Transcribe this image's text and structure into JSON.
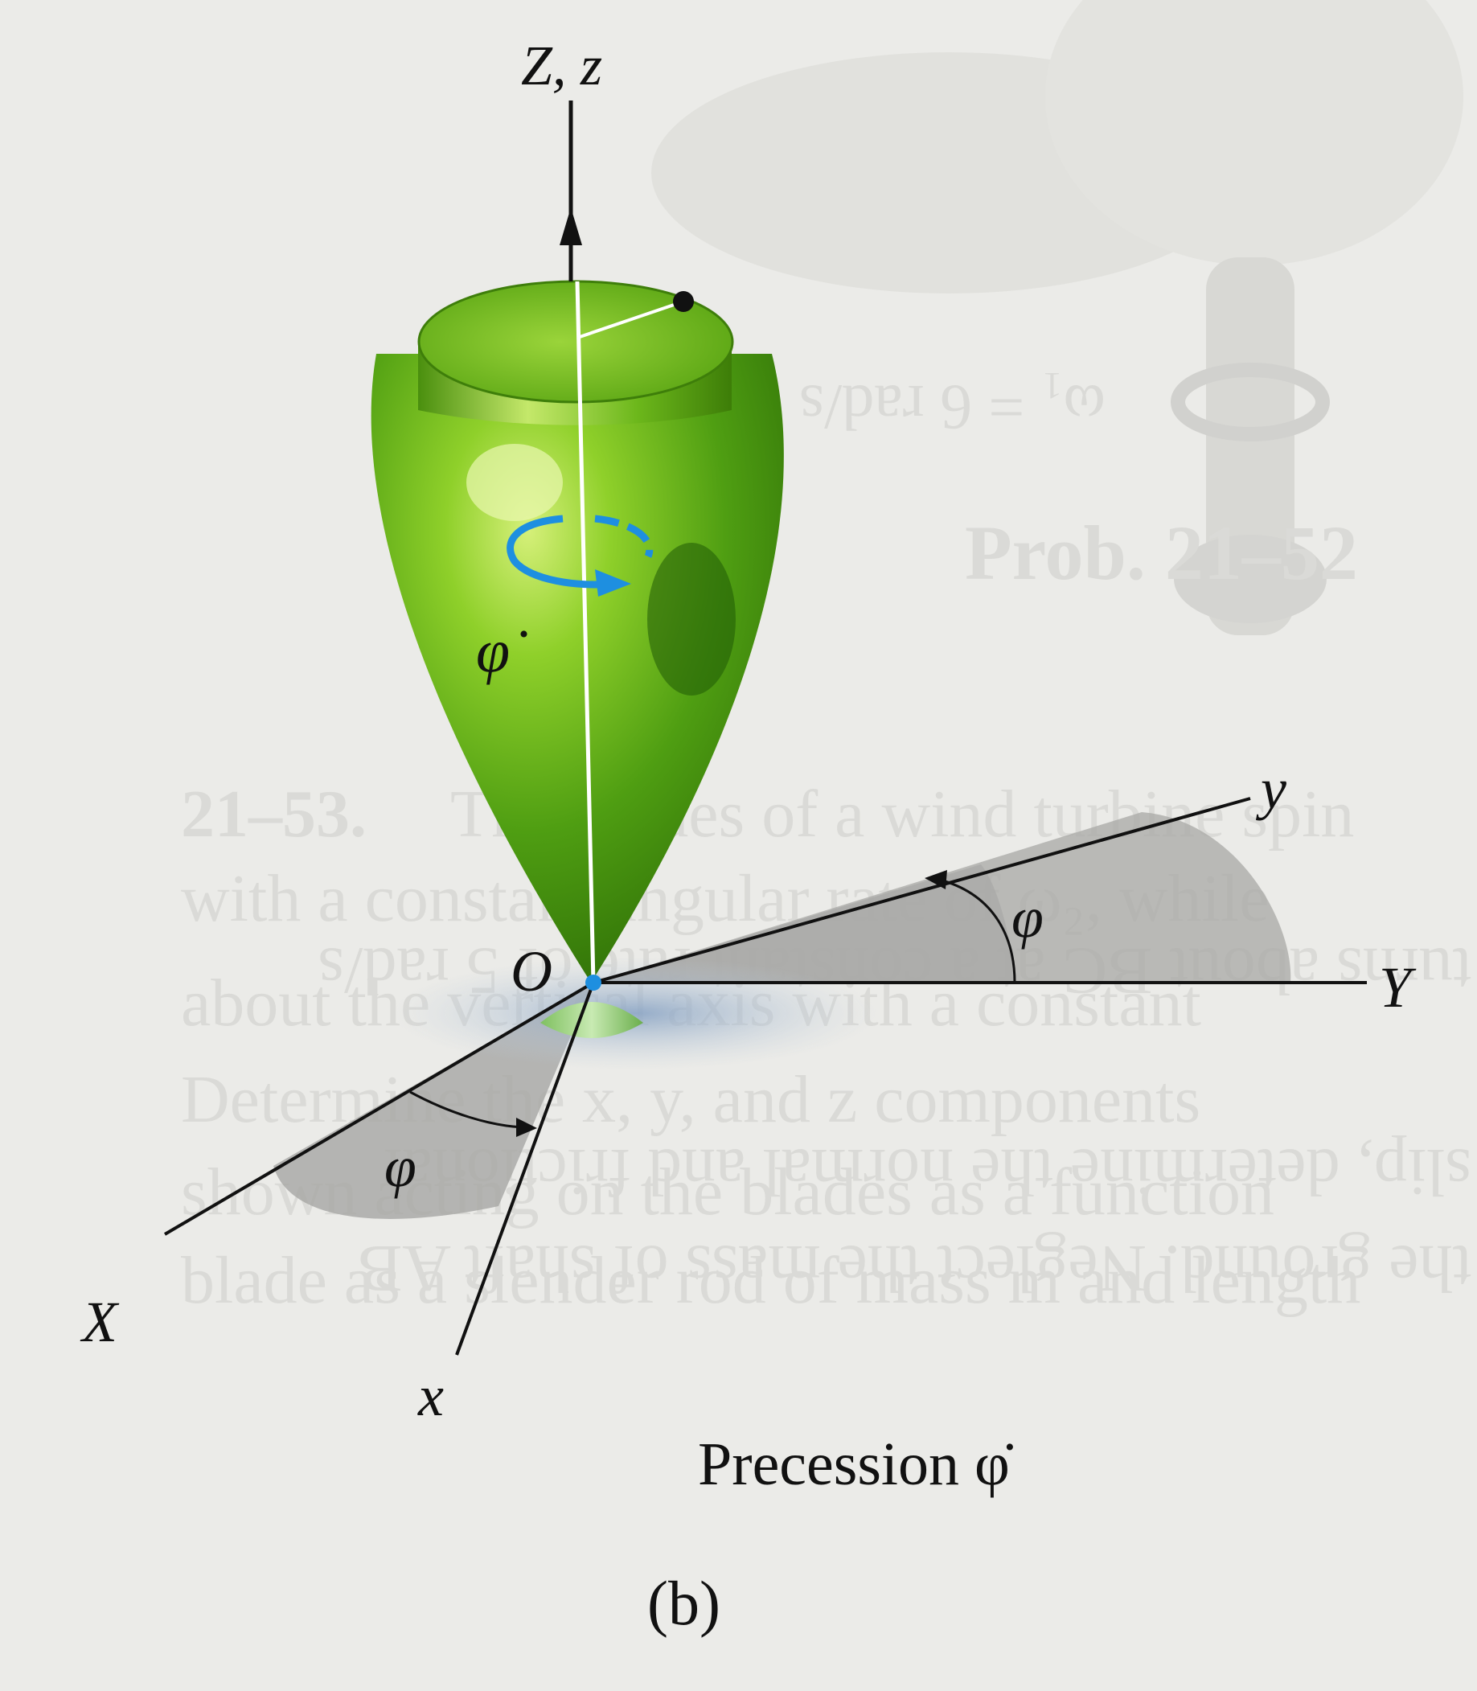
{
  "figure": {
    "axis_labels": {
      "vertical": "Z, z",
      "upper_y": "y",
      "upper_Y": "Y",
      "lower_X": "X",
      "lower_x": "x",
      "origin": "O"
    },
    "angle_labels": {
      "spin": "φ̇",
      "top_angle": "φ",
      "bottom_angle": "φ"
    },
    "caption": "Precession φ̇",
    "subfigure": "(b)"
  },
  "background_text": {
    "problem_number": "21–53.",
    "line1": "The blades of a wind turbine spin",
    "line2": "with a constant angular rate of ω₂, while",
    "line3": "about the vertical axis with a constant",
    "line4": "Determine the x, y, and z components",
    "line5": "shown acting on the blades as a function",
    "line6": "blade as a slender rod of mass m and length",
    "mirror1": "turns about BC at a constant rate of 5 rad/s",
    "mirror2": "slip, determine the normal and frictional",
    "mirror3": "the ground. Neglect the mass of shaft AB",
    "prob_label": "Prob. 21–52",
    "omega": "ω₁ = 6 rad/s"
  },
  "colors": {
    "top_green": "#6fbf1c",
    "top_dark": "#2f7a0a",
    "spin_arrow": "#1e8fe0",
    "shade": "#9c9c9a"
  }
}
